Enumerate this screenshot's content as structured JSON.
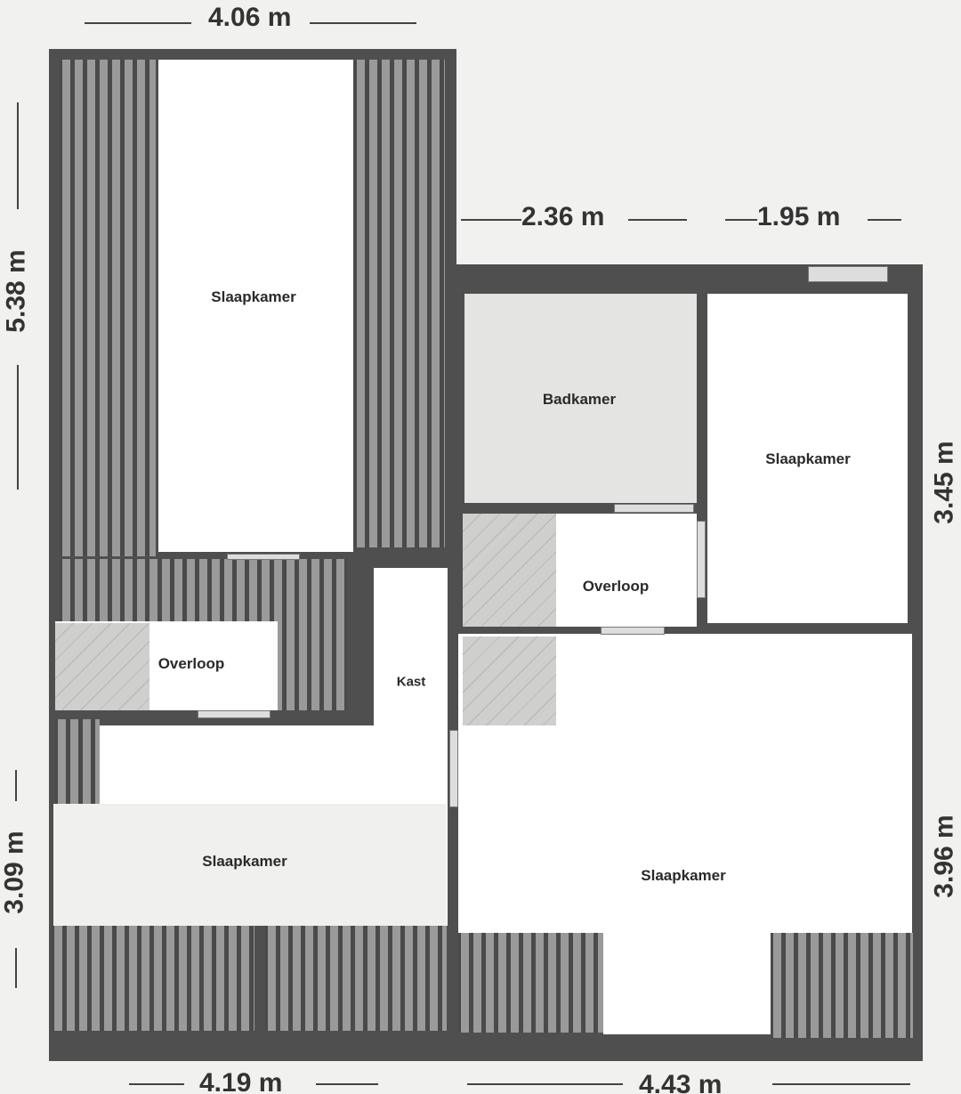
{
  "rooms": {
    "slaapkamer_top_left": "Slaapkamer",
    "overloop_left": "Overloop",
    "kast": "Kast",
    "slaapkamer_bottom_left": "Slaapkamer",
    "badkamer": "Badkamer",
    "slaapkamer_right": "Slaapkamer",
    "overloop_right": "Overloop",
    "slaapkamer_bottom_right": "Slaapkamer"
  },
  "dimensions": {
    "top_left_width": "4.06 m",
    "left_upper_height": "5.38 m",
    "right_upper_width_a": "2.36 m",
    "right_upper_width_b": "1.95 m",
    "right_upper_height": "3.45 m",
    "right_lower_height": "3.96 m",
    "left_lower_height": "3.09 m",
    "bottom_left_width": "4.19 m",
    "bottom_right_width": "4.43 m"
  },
  "colors": {
    "wall": "#4f4f4f",
    "roof_tiles": "#9a9a9a",
    "background": "#f1f1ef"
  }
}
